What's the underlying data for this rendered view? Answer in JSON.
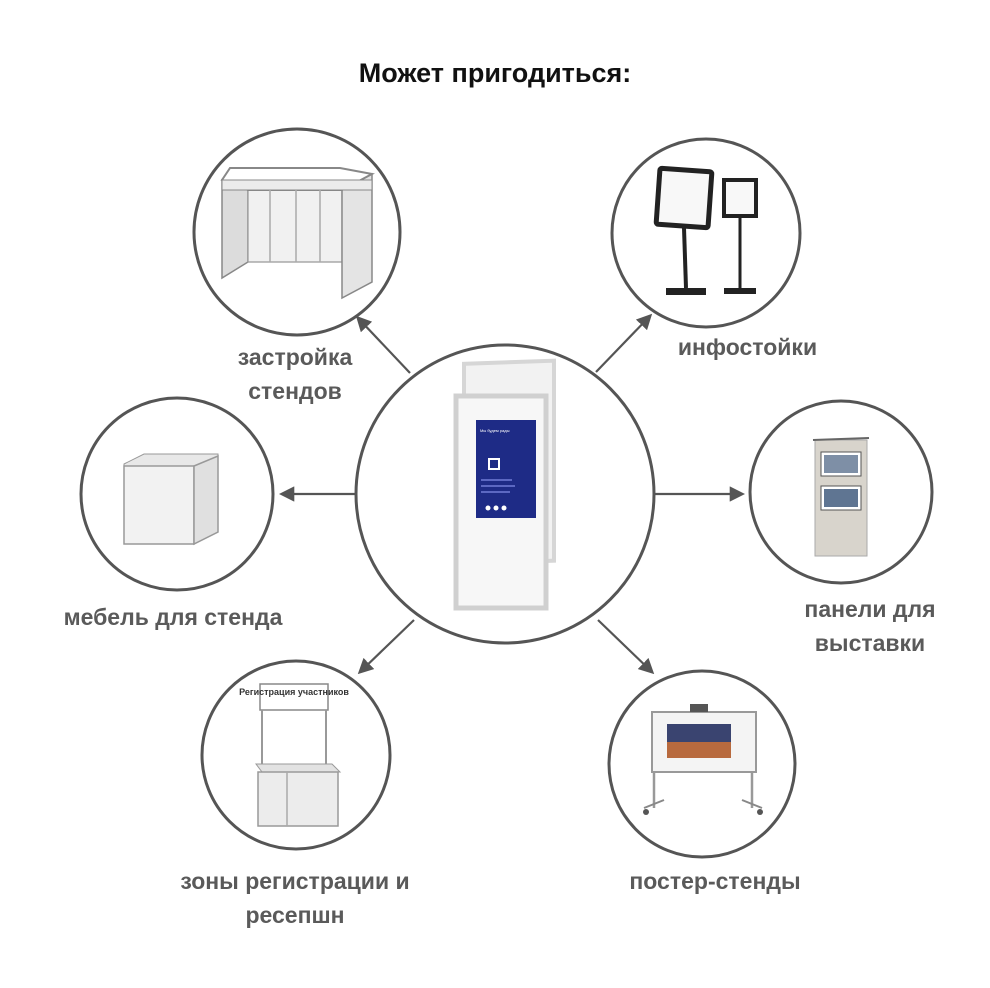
{
  "title": "Может пригодиться:",
  "center": {
    "poster_heading": "Мы будем рады",
    "sign_label": "Регистрация участников"
  },
  "items": [
    {
      "lines": [
        "застройка",
        "стендов"
      ]
    },
    {
      "lines": [
        "инфостойки"
      ]
    },
    {
      "lines": [
        "мебель для стенда"
      ]
    },
    {
      "lines": [
        "панели для",
        "выставки"
      ]
    },
    {
      "lines": [
        "зоны регистрации и",
        "ресепшн"
      ]
    },
    {
      "lines": [
        "постер-стенды"
      ]
    }
  ],
  "colors": {
    "ring": "#555555",
    "arrow": "#555555",
    "text": "#5a5a5a",
    "accent": "#2a2f8f"
  }
}
